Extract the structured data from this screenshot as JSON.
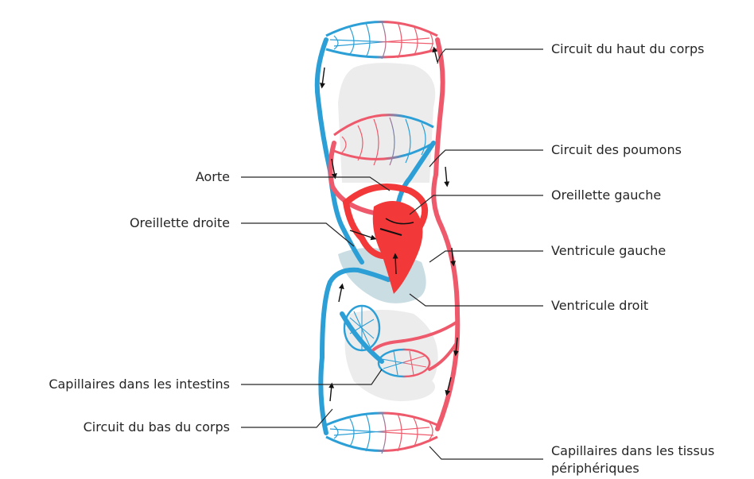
{
  "labels": {
    "upper_circuit": "Circuit du haut du corps",
    "lung_circuit": "Circuit des poumons",
    "aorta": "Aorte",
    "left_atrium": "Oreillette gauche",
    "right_atrium": "Oreillette droite",
    "left_ventricle": "Ventricule gauche",
    "right_ventricle": "Ventricule droit",
    "intestine_capillaries": "Capillaires dans les intestins",
    "lower_circuit": "Circuit du bas du corps",
    "peripheral_capillaries_line1": "Capillaires dans les tissus",
    "peripheral_capillaries_line2": "périphériques"
  },
  "colors": {
    "venous_blue": "#2c9fd6",
    "arterial_red": "#ee5a6b",
    "heart_red": "#f23838",
    "organ_silhouette": "#ececec",
    "heart_shadow": "#c9dde3",
    "leader_line": "#262626"
  }
}
